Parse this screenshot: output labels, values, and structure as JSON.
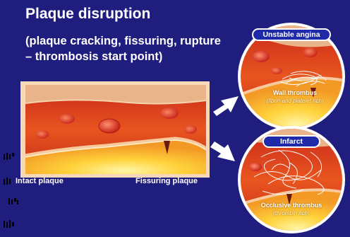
{
  "title": {
    "line1": "Plaque disruption",
    "line2": "(plaque cracking, fissuring, rupture",
    "line3": "– thrombosis start point)"
  },
  "labels": {
    "intact_plaque": "Intact plaque",
    "fissuring_plaque": "Fissuring plaque"
  },
  "panels": {
    "unstable_angina": {
      "title": "Unstable angina",
      "caption": "Wall thrombus",
      "subcaption": "(fibrin and platelet rich)"
    },
    "infarct": {
      "title": "Infarct",
      "caption": "Occlusive thrombus",
      "subcaption": "(thrombin rich)"
    }
  },
  "colors": {
    "background": "#1f1d7e",
    "lumen_red": "#d8361a",
    "plaque_yellow": "#ffd23a",
    "vessel_wall": "#e7b58a",
    "arrow": "#ffffff"
  }
}
